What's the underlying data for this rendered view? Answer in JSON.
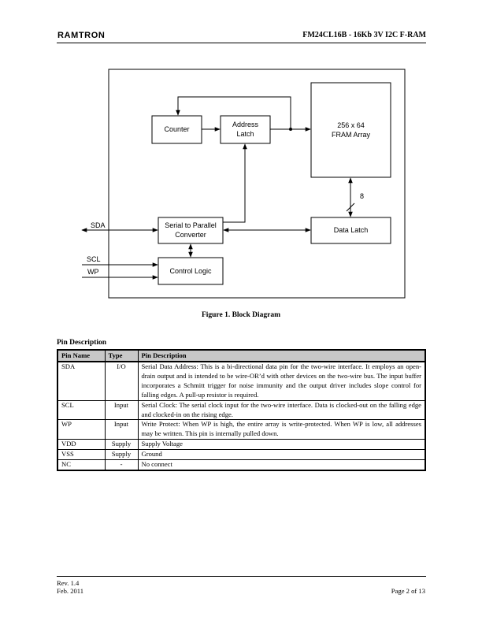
{
  "header": {
    "logo_text": "RAMTRON",
    "title": "FM24CL16B - 16Kb 3V I2C F-RAM"
  },
  "diagram": {
    "blocks": {
      "counter": "Counter",
      "address_latch_1": "Address",
      "address_latch_2": "Latch",
      "fram_array_1": "256 x 64",
      "fram_array_2": "FRAM Array",
      "serial_converter_1": "Serial to Parallel",
      "serial_converter_2": "Converter",
      "data_latch": "Data Latch",
      "control_logic": "Control Logic"
    },
    "bus_width": "8",
    "pins": {
      "sda": "SDA",
      "scl": "SCL",
      "wp": "WP"
    }
  },
  "figure_caption": "Figure 1. Block Diagram",
  "pin_section": {
    "title": "Pin Description",
    "headers": [
      "Pin Name",
      "Type",
      "Pin Description"
    ],
    "rows": [
      {
        "name": "SDA",
        "type": "I/O",
        "desc": "Serial Data Address: This is a bi-directional data pin for the two-wire interface. It employs an open-drain output and is intended to be wire-OR’d with other devices on the two-wire bus. The input buffer incorporates a Schmitt trigger for noise immunity and the output driver includes slope control for falling edges. A pull-up resistor is required."
      },
      {
        "name": "SCL",
        "type": "Input",
        "desc": "Serial Clock: The serial clock input for the two-wire interface. Data is clocked-out on the falling edge and clocked-in on the rising edge."
      },
      {
        "name": "WP",
        "type": "Input",
        "desc": "Write Protect: When WP is high, the entire array is write-protected. When WP is low, all addresses may be written. This pin is internally pulled down."
      },
      {
        "name": "VDD",
        "type": "Supply",
        "desc": "Supply Voltage"
      },
      {
        "name": "VSS",
        "type": "Supply",
        "desc": "Ground"
      },
      {
        "name": "NC",
        "type": "-",
        "desc": "No connect"
      }
    ]
  },
  "footer": {
    "rev": "Rev. 1.4",
    "date": "Feb. 2011",
    "page": "Page 2 of 13"
  }
}
